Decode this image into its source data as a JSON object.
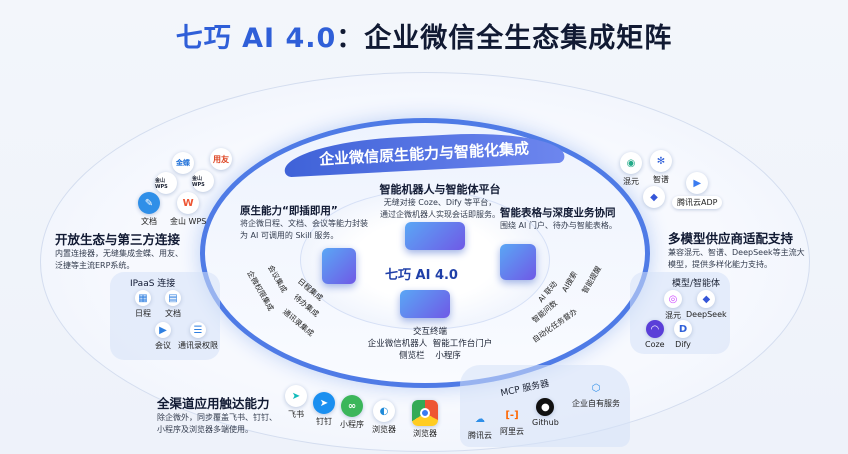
{
  "title": {
    "accent": "七巧 AI 4.0",
    "rest": "：企业微信全生态集成矩阵"
  },
  "banner": "企业微信原生能力与智能化集成",
  "center": {
    "label": "七巧 AI 4.0"
  },
  "bot_platform": {
    "title": "智能机器人与智能体平台",
    "desc1": "无缝对接 Coze、Dify 等平台，",
    "desc2": "通过企微机器人实现会话即服务。"
  },
  "native": {
    "title": "原生能力“即插即用”",
    "desc1": "将企微日程、文档、会议等能力封装",
    "desc2": "为 AI 可调用的 Skill 服务。",
    "items": [
      "企微权限集成",
      "会议集成",
      "日程集成",
      "待办集成",
      "通讯录集成"
    ]
  },
  "smart_table": {
    "title": "智能表格与深度业务协同",
    "desc": "围绕 AI 门户、待办与智能表格。",
    "items": [
      "AI 联动",
      "AI搜索",
      "智能提醒",
      "智能问数",
      "自动化任务督办"
    ]
  },
  "terminal": {
    "title": "交互终端",
    "items": [
      "企业微信机器人",
      "智能工作台门户",
      "侧览栏",
      "小程序"
    ]
  },
  "open": {
    "title": "开放生态与第三方连接",
    "desc1": "内置连接器，无缝集成金蝶、用友、",
    "desc2": "泛捷等主流ERP系统。",
    "logos": [
      "金蝶",
      "用友",
      "金山WPS",
      "金山WPS",
      "文档",
      "金山 WPS"
    ],
    "ipaas_title": "IPaaS 连接",
    "ipaas": [
      "日程",
      "文档",
      "会议",
      "通讯录权限"
    ]
  },
  "models": {
    "title": "多模型供应商适配支持",
    "desc1": "兼容混元、智谱、DeepSeek等主流大",
    "desc2": "模型，提供多样化能力支持。",
    "logos": [
      "混元",
      "智谱",
      "腾讯云ADP"
    ],
    "agent_title": "模型/智能体",
    "agents": [
      "混元",
      "DeepSeek",
      "Coze",
      "Dify"
    ]
  },
  "channels": {
    "title": "全渠道应用触达能力",
    "desc1": "除企微外，同步覆盖飞书、钉钉、",
    "desc2": "小程序及浏览器多端使用。",
    "apps": [
      "飞书",
      "钉钉",
      "小程序",
      "浏览器",
      "浏览器"
    ]
  },
  "mcp": {
    "title": "MCP 服务器",
    "items": [
      "腾讯云",
      "阿里云",
      "Github",
      "企业自有服务"
    ]
  }
}
